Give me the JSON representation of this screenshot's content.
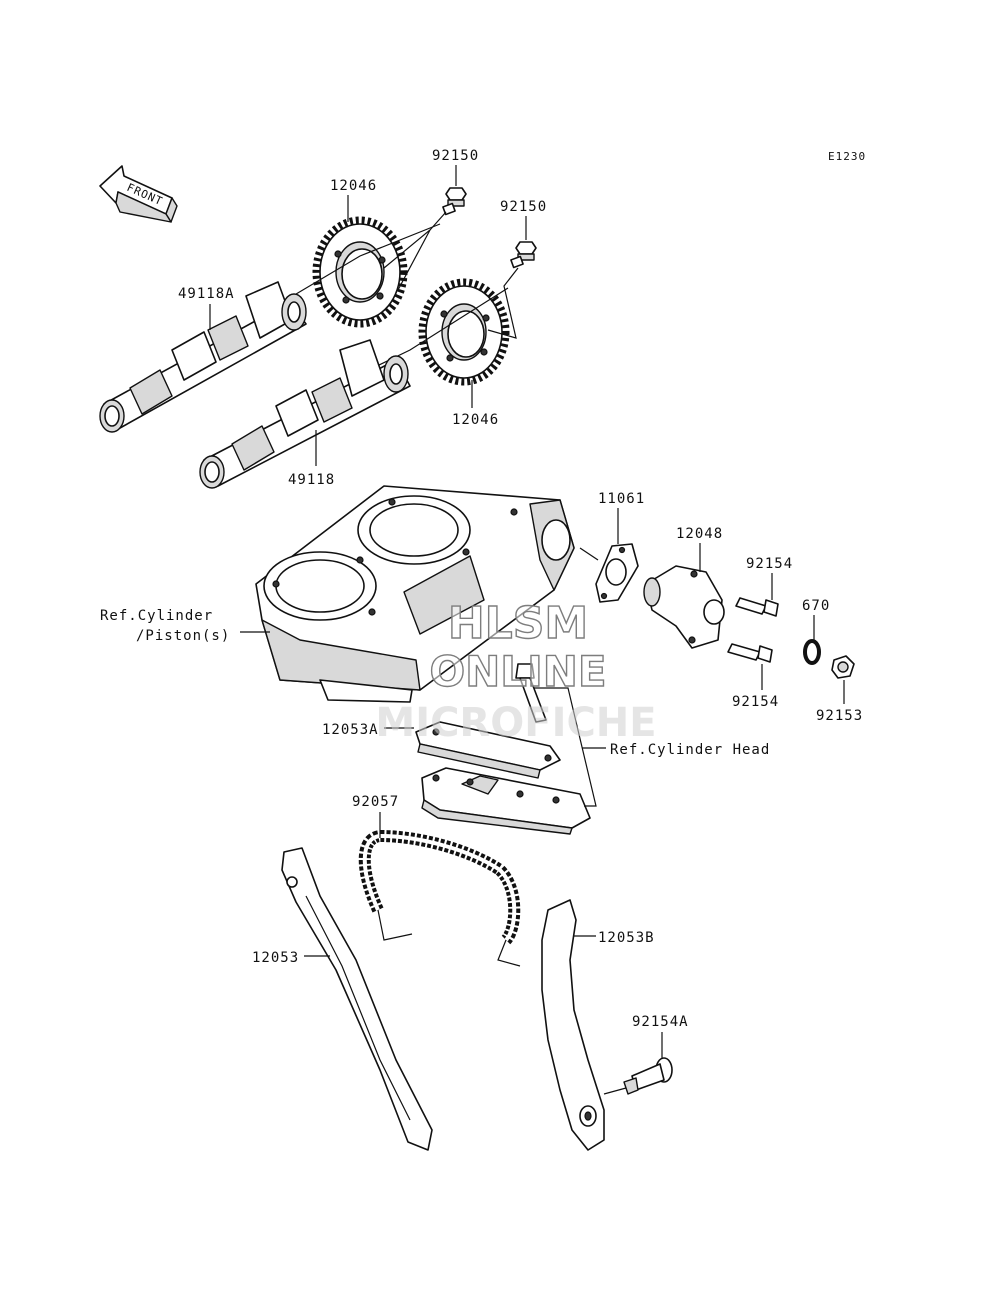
{
  "diagram_code": "E1230",
  "direction_label": "FRONT",
  "parts": {
    "bolt_upper": "92150",
    "bolt_lower": "92150",
    "sprocket_upper": "12046",
    "sprocket_lower": "12046",
    "camshaft_exhaust": "49118A",
    "camshaft_intake": "49118",
    "gasket": "11061",
    "tensioner": "12048",
    "bolt_tensioner_upper": "92154",
    "bolt_tensioner_lower": "92154",
    "o_ring": "670",
    "cap_bolt": "92153",
    "guide_upper": "12053A",
    "chain": "92057",
    "guide_rear": "12053",
    "guide_front": "12053B",
    "guide_bolt": "92154A"
  },
  "references": {
    "cylinder_line1": "Ref.Cylinder",
    "cylinder_line2": "/Piston(s)",
    "cylinder_head": "Ref.Cylinder Head"
  },
  "watermark": {
    "line1": "HLSM",
    "line2": "ONLINE",
    "line3": "MICROFICHE"
  }
}
